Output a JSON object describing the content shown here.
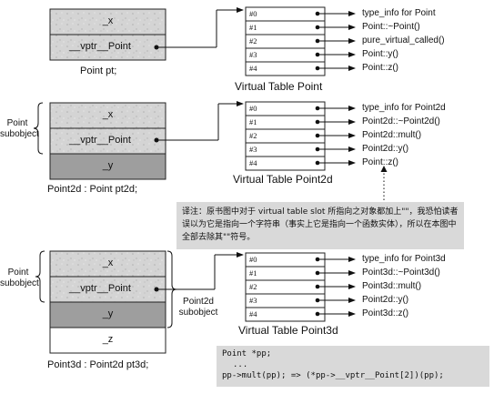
{
  "diagram1": {
    "boxes": [
      "_x",
      "__vptr__Point"
    ],
    "caption": "Point pt;",
    "slots": [
      "#0",
      "#1",
      "#2",
      "#3",
      "#4"
    ],
    "entries": [
      "type_info for Point",
      "Point::~Point()",
      "pure_virtual_called()",
      "Point::y()",
      "Point::z()"
    ],
    "table_title": "Virtual Table Point"
  },
  "diagram2": {
    "boxes": [
      "_x",
      "__vptr__Point",
      "_y"
    ],
    "subobject_label": "Point\nsubobject",
    "caption": "Point2d : Point pt2d;",
    "slots": [
      "#0",
      "#1",
      "#2",
      "#3",
      "#4"
    ],
    "entries": [
      "type_info for Point2d",
      "Point2d::~Point2d()",
      "Point2d::mult()",
      "Point2d::y()",
      "Point::z()"
    ],
    "table_title": "Virtual Table Point2d"
  },
  "note": "译注：原书图中对于 virtual table slot 所指向之对象都加上\"\"，我恐怕读者误以为它是指向一个字符串（事实上它是指向一个函数实体），所以在本图中全部去除其\"\"符号。",
  "diagram3": {
    "boxes": [
      "_x",
      "__vptr__Point",
      "_y",
      "_z"
    ],
    "point_subobject_label": "Point\nsubobject",
    "point2d_subobject_label": "Point2d\nsubobject",
    "caption": "Point3d : Point2d pt3d;",
    "slots": [
      "#0",
      "#1",
      "#2",
      "#3",
      "#4"
    ],
    "entries": [
      "type_info for Point3d",
      "Point3d::~Point3d()",
      "Point3d::mult()",
      "Point2d::y()",
      "Point3d::z()"
    ],
    "table_title": "Virtual Table Point3d"
  },
  "code": {
    "lines": [
      "Point *pp;",
      "...",
      "pp->mult(pp); => (*pp->__vptr__Point[2])(pp);"
    ]
  }
}
